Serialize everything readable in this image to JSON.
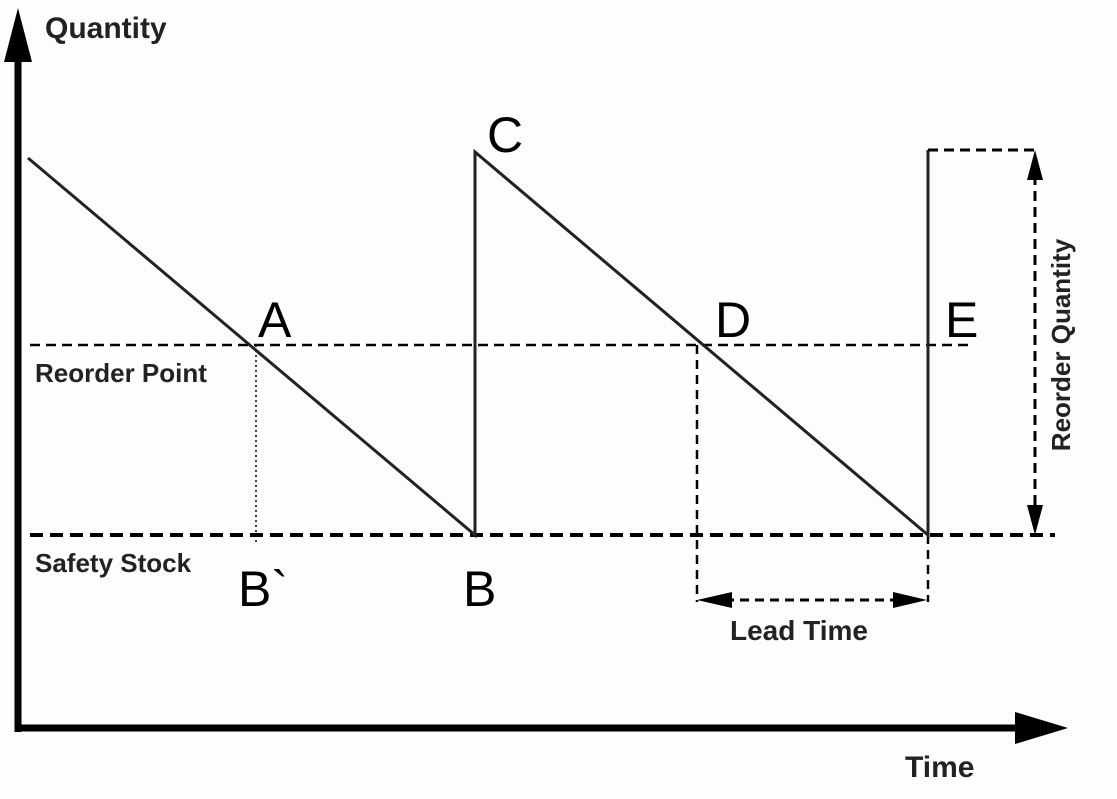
{
  "axes": {
    "y_label": "Quantity",
    "x_label": "Time"
  },
  "levels": {
    "reorder_point": "Reorder Point",
    "safety_stock": "Safety Stock"
  },
  "points": {
    "a": "A",
    "b_prime": "B`",
    "b": "B",
    "c": "C",
    "d": "D",
    "e": "E"
  },
  "annotations": {
    "lead_time": "Lead Time",
    "reorder_quantity": "Reorder Quantity"
  }
}
